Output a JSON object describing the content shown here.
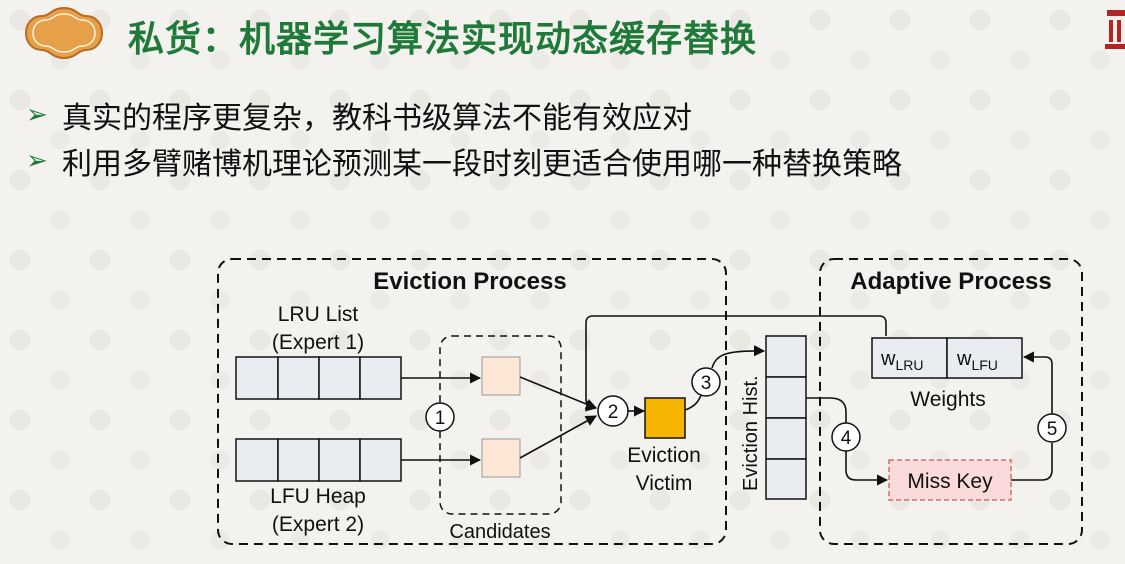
{
  "slide": {
    "title": "私货：机器学习算法实现动态缓存替换",
    "bullets": [
      "真实的程序更复杂，教科书级算法不能有效应对",
      "利用多臂赌博机理论预测某一段时刻更适合使用哪一种替换策略"
    ]
  },
  "diagram": {
    "eviction_title": "Eviction Process",
    "adaptive_title": "Adaptive Process",
    "lru_label_1": "LRU List",
    "lru_label_2": "(Expert 1)",
    "lfu_label_1": "LFU Heap",
    "lfu_label_2": "(Expert 2)",
    "candidates": "Candidates",
    "victim_1": "Eviction",
    "victim_2": "Victim",
    "hist": "Eviction Hist.",
    "w": "w",
    "w_lru_sub": "LRU",
    "w_lfu_sub": "LFU",
    "weights": "Weights",
    "miss_key": "Miss Key",
    "steps": [
      "1",
      "2",
      "3",
      "4",
      "5"
    ]
  },
  "colors": {
    "title_green": "#1f7a3a",
    "candidate_fill": "#fde7d6",
    "victim_fill": "#f5b400",
    "miss_fill": "#fadada",
    "miss_border": "#d96b6b",
    "cell_fill": "#e9ecf1"
  }
}
